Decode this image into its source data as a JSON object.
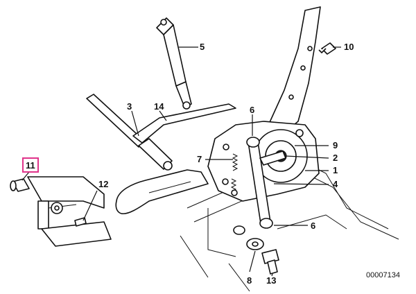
{
  "callouts": [
    {
      "id": "c1",
      "text": "1"
    },
    {
      "id": "c2",
      "text": "2"
    },
    {
      "id": "c3",
      "text": "3"
    },
    {
      "id": "c4",
      "text": "4"
    },
    {
      "id": "c5",
      "text": "5"
    },
    {
      "id": "c6a",
      "text": "6"
    },
    {
      "id": "c6b",
      "text": "6"
    },
    {
      "id": "c7",
      "text": "7"
    },
    {
      "id": "c8",
      "text": "8"
    },
    {
      "id": "c9",
      "text": "9"
    },
    {
      "id": "c10",
      "text": "10"
    },
    {
      "id": "c11",
      "text": "11"
    },
    {
      "id": "c12",
      "text": "12"
    },
    {
      "id": "c13",
      "text": "13"
    },
    {
      "id": "c14",
      "text": "14"
    }
  ],
  "highlight_color": "#e0338a",
  "document_number": "00007134"
}
